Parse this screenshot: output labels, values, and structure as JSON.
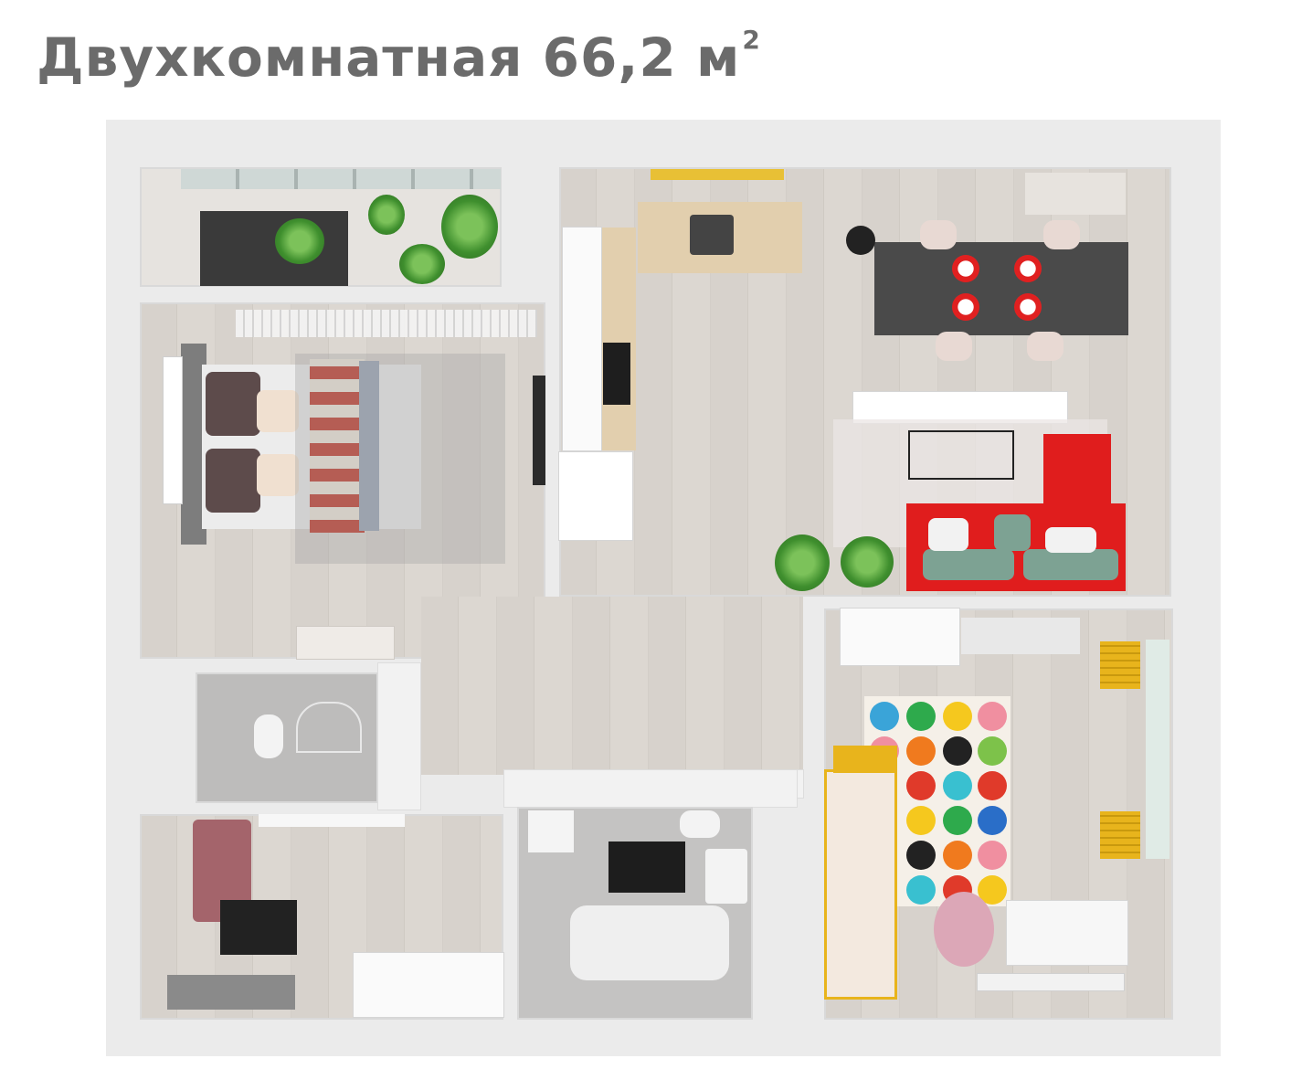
{
  "title": {
    "text": "Двухкомнатная 66,2 м",
    "superscript": "2"
  },
  "colors": {
    "title": "#6b6b6b",
    "wall": "#f2f2f2",
    "floor": "#d7d2cc",
    "sofa": "#e01d1d",
    "accent_yellow": "#e8b41c",
    "bathroom_tile": "#bdbcbb"
  },
  "rooms": [
    "balcony",
    "bedroom",
    "kitchen-living",
    "children-room",
    "toilet",
    "bathroom",
    "hallway"
  ]
}
